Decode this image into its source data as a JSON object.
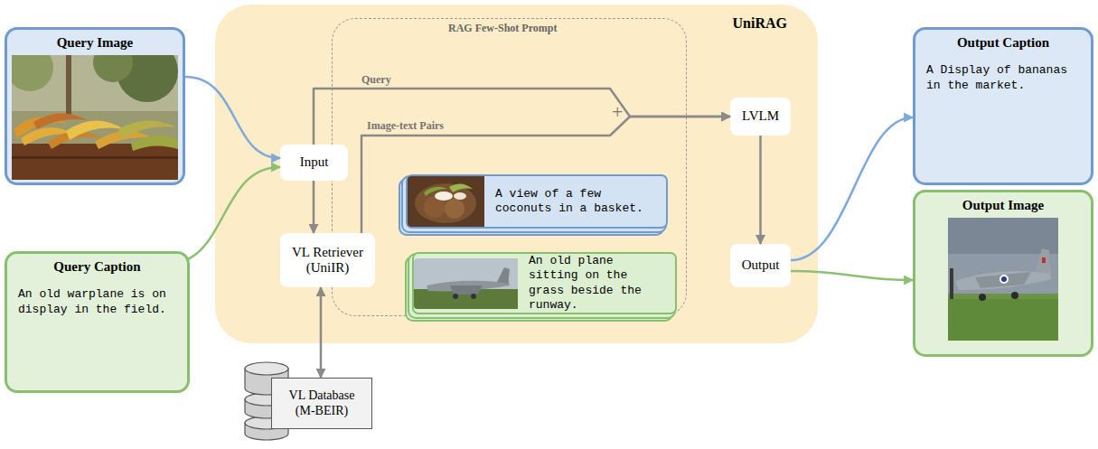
{
  "diagram": {
    "nodes": [
      {
        "text": [
          "Query Image"
        ]
      },
      {
        "text": [
          "Query Caption",
          "An old warplane is on display in the field."
        ]
      },
      {
        "text": [
          "UniRAG"
        ]
      },
      {
        "text": [
          "RAG Few-Shot Prompt"
        ],
        "in": 2
      },
      {
        "text": [
          "Input"
        ],
        "in": 2
      },
      {
        "text": [
          "VL Retriever (UniIR)"
        ],
        "in": 2
      },
      {
        "text": [
          "A view of a few coconuts in a basket."
        ],
        "in": 3
      },
      {
        "text": [
          "An old plane sitting on the grass beside the runway."
        ],
        "in": 3
      },
      {
        "text": [
          "LVLM"
        ],
        "in": 2
      },
      {
        "text": [
          "Output"
        ],
        "in": 2
      },
      {
        "text": [
          "Output Caption",
          "A Display of bananas in the market."
        ]
      },
      {
        "text": [
          "Output Image"
        ]
      },
      {
        "text": [
          "VL Database (M-BEIR)"
        ]
      }
    ],
    "edges": [
      {
        "from": 0,
        "to": 4,
        "arrow": "to"
      },
      {
        "from": 1,
        "to": 4,
        "arrow": "to"
      },
      {
        "from": 4,
        "to": 5,
        "arrow": "to"
      },
      {
        "from": 5,
        "to": 12,
        "arrow": "both"
      },
      {
        "from": 4,
        "to": 8,
        "label": "Query",
        "arrow": "to"
      },
      {
        "from": 5,
        "to": 8,
        "label": "Image-text Pairs",
        "arrow": "to"
      },
      {
        "from": 8,
        "to": 9,
        "arrow": "to"
      },
      {
        "from": 9,
        "to": 10,
        "arrow": "to"
      },
      {
        "from": 9,
        "to": 11,
        "arrow": "to"
      }
    ],
    "labels": [
      "+"
    ]
  }
}
